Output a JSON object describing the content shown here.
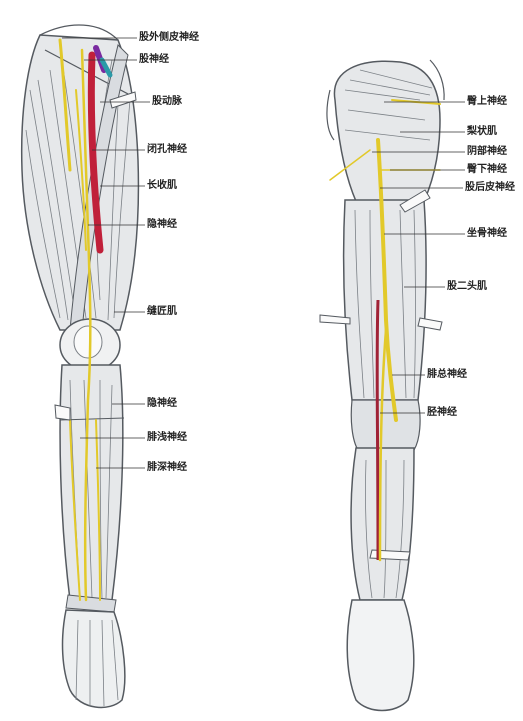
{
  "header": {
    "text": "",
    "highlight": ""
  },
  "front_view": {
    "labels": [
      {
        "id": "lat-fem-cut-nerve",
        "text": "股外侧皮神经"
      },
      {
        "id": "femoral-nerve",
        "text": "股神经"
      },
      {
        "id": "femoral-artery",
        "text": "股动脉"
      },
      {
        "id": "obturator-nerve",
        "text": "闭孔神经"
      },
      {
        "id": "adductor-longus",
        "text": "长收肌"
      },
      {
        "id": "saphenous-nerve-upper",
        "text": "隐神经"
      },
      {
        "id": "sartorius",
        "text": "缝匠肌"
      },
      {
        "id": "saphenous-nerve-lower",
        "text": "隐神经"
      },
      {
        "id": "superficial-peroneal-nerve",
        "text": "腓浅神经"
      },
      {
        "id": "deep-peroneal-nerve",
        "text": "腓深神经"
      }
    ]
  },
  "back_view": {
    "labels": [
      {
        "id": "superior-gluteal-nerve",
        "text": "臀上神经"
      },
      {
        "id": "piriformis",
        "text": "梨状肌"
      },
      {
        "id": "pudendal-nerve",
        "text": "阴部神经"
      },
      {
        "id": "inferior-gluteal-nerve",
        "text": "臀下神经"
      },
      {
        "id": "post-fem-cut-nerve",
        "text": "股后皮神经"
      },
      {
        "id": "sciatic-nerve",
        "text": "坐骨神经"
      },
      {
        "id": "biceps-femoris",
        "text": "股二头肌"
      },
      {
        "id": "common-peroneal-nerve",
        "text": "腓总神经"
      },
      {
        "id": "tibial-nerve",
        "text": "胫神经"
      }
    ]
  },
  "colors": {
    "nerve": "#e8d23a",
    "artery": "#c0203a",
    "muscle_fill": "#e6e8ea",
    "muscle_line": "#6a6f75",
    "skin_fill": "#f2f3f4"
  }
}
